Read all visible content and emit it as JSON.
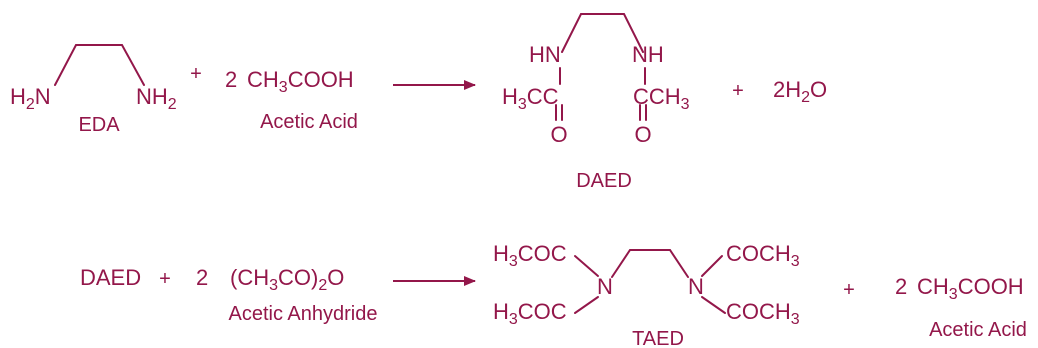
{
  "colors": {
    "ink": "#93174a",
    "background": "#ffffff"
  },
  "reaction1": {
    "eda": {
      "left_amine": "H2N",
      "right_amine": "NH2",
      "name": "EDA"
    },
    "plus1": "+",
    "acetic_acid": {
      "coef": "2",
      "formula": "CH3COOH",
      "name": "Acetic Acid"
    },
    "daed": {
      "nh_left": "HN",
      "nh_right": "NH",
      "acyl_left": "H3CC",
      "acyl_right": "CCH3",
      "oxygen_left": "O",
      "oxygen_right": "O",
      "name": "DAED"
    },
    "plus2": "+",
    "water": "2H2O"
  },
  "reaction2": {
    "daed": "DAED",
    "plus1": "+",
    "anhydride": {
      "coef": "2",
      "formula": "(CH3CO)2O",
      "name": "Acetic Anhydride"
    },
    "taed": {
      "tl": "H3COC",
      "bl": "H3COC",
      "tr": "COCH3",
      "br": "COCH3",
      "n_left": "N",
      "n_right": "N",
      "name": "TAED"
    },
    "plus2": "+",
    "acetic_acid": {
      "coef": "2",
      "formula": "CH3COOH",
      "name": "Acetic Acid"
    }
  }
}
